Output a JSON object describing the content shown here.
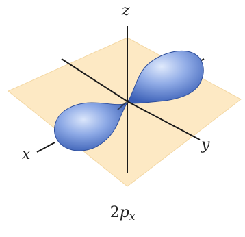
{
  "axes": {
    "z_label": "z",
    "x_label": "x",
    "y_label": "y"
  },
  "caption": {
    "prefix": "2",
    "symbol": "p",
    "subscript": "x"
  },
  "colors": {
    "plane_fill": "#fde9c4",
    "plane_edge": "#f3d7a3",
    "lobe_dark": "#3d62b8",
    "lobe_mid": "#7d9ee0",
    "lobe_light": "#c7d8f8",
    "axis": "#1a1a1a"
  },
  "icons": {
    "lobe_shape": "dumbbell-orbital"
  }
}
